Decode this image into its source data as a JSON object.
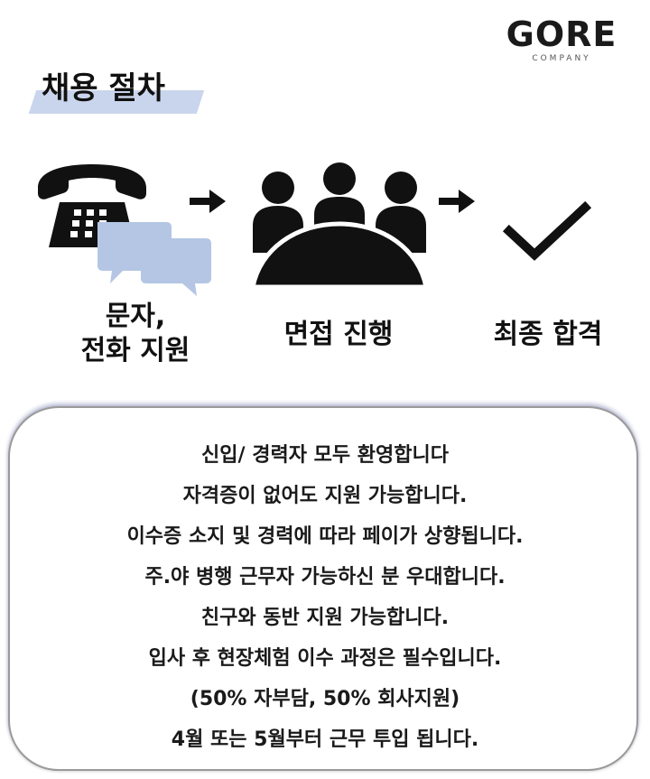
{
  "logo": {
    "main": "GORE",
    "sub": "COMPANY"
  },
  "heading": "채용 절차",
  "steps": [
    {
      "line1": "문자,",
      "line2": "전화 지원",
      "icon": "phone-with-chat-bubbles-icon"
    },
    {
      "line1": "면접 진행",
      "icon": "meeting-people-icon"
    },
    {
      "line1": "최종 합격",
      "icon": "checkmark-icon"
    }
  ],
  "arrows": [
    "arrow-right-icon",
    "arrow-right-icon"
  ],
  "info": [
    "신입/ 경력자 모두 환영합니다",
    "자격증이 없어도 지원 가능합니다.",
    "이수증 소지 및 경력에 따라 페이가 상향됩니다.",
    "주.야 병행 근무자 가능하신 분 우대합니다.",
    "친구와 동반 지원 가능합니다.",
    "입사 후 현장체험 이수 과정은 필수입니다.",
    "(50%  자부담, 50% 회사지원)",
    "4월 또는 5월부터 근무 투입 됩니다."
  ],
  "colors": {
    "accent_bar": "#c9d5ec",
    "bubble": "#b4c6e4",
    "text": "#111111"
  }
}
